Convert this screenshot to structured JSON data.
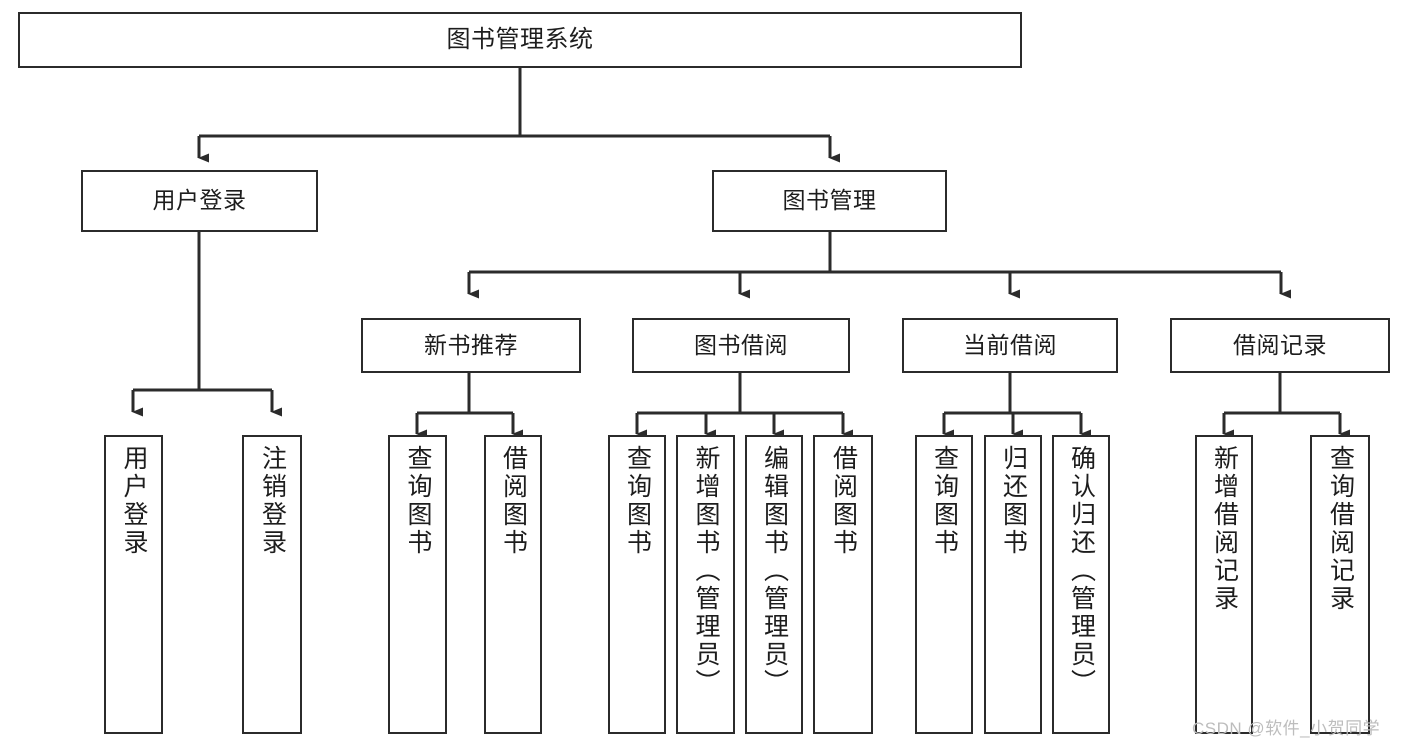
{
  "diagram": {
    "type": "tree",
    "title": "图书管理系统",
    "root": {
      "label": "图书管理系统"
    },
    "level2": [
      {
        "label": "用户登录"
      },
      {
        "label": "图书管理"
      }
    ],
    "level3": [
      {
        "label": "新书推荐"
      },
      {
        "label": "图书借阅"
      },
      {
        "label": "当前借阅"
      },
      {
        "label": "借阅记录"
      }
    ],
    "leaves": [
      {
        "label": "用户登录"
      },
      {
        "label": "注销登录"
      },
      {
        "label": "查询图书"
      },
      {
        "label": "借阅图书"
      },
      {
        "label": "查询图书"
      },
      {
        "label": "新增图书（管理员）"
      },
      {
        "label": "编辑图书（管理员）"
      },
      {
        "label": "借阅图书"
      },
      {
        "label": "查询图书"
      },
      {
        "label": "归还图书"
      },
      {
        "label": "确认归还（管理员）"
      },
      {
        "label": "新增借阅记录"
      },
      {
        "label": "查询借阅记录"
      }
    ],
    "colors": {
      "background": "#ffffff",
      "border": "#2b2b2b",
      "text": "#1d1d1d",
      "connector": "#2b2b2b",
      "watermark": "#bdbdbd"
    }
  },
  "watermark": {
    "text": "CSDN @软件_小贺同学"
  }
}
